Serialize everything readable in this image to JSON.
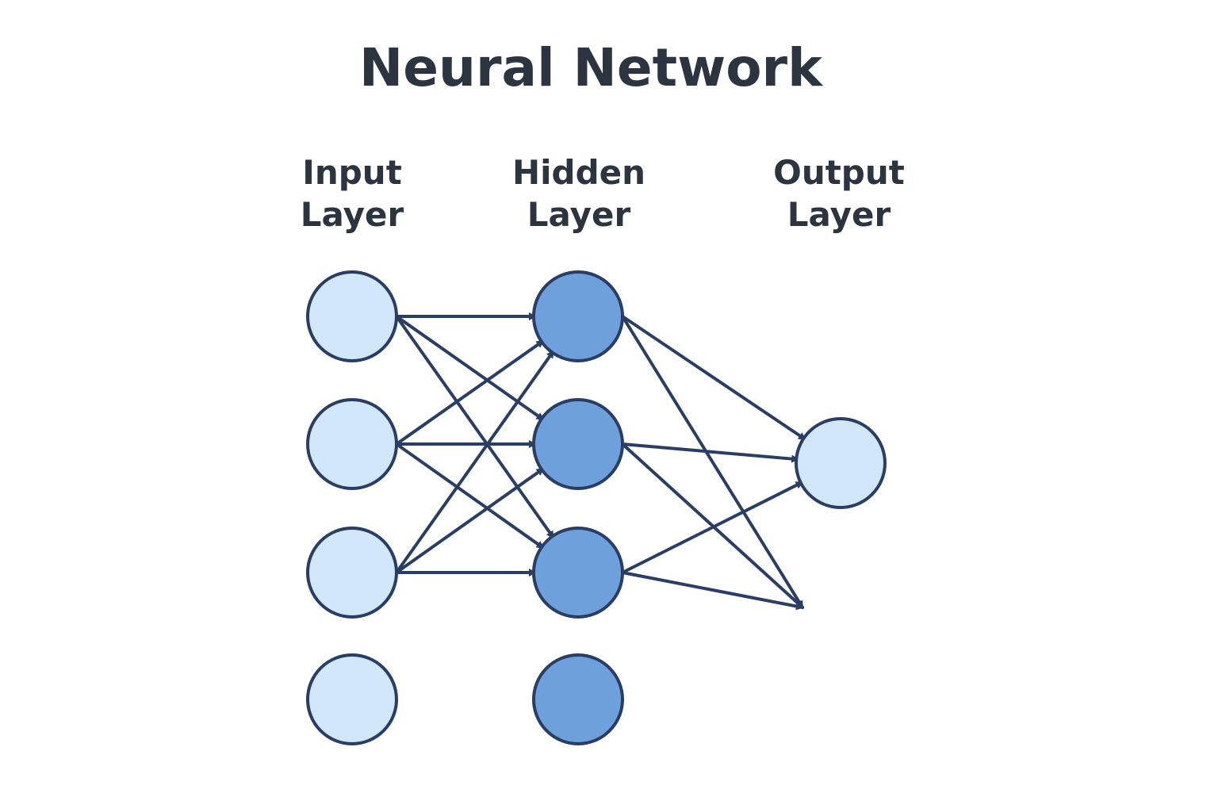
{
  "title": "Neural Network",
  "layers": [
    {
      "id": "input",
      "label_lines": [
        "Input",
        "Layer"
      ],
      "node_count": 4
    },
    {
      "id": "hidden",
      "label_lines": [
        "Hidden",
        "Layer"
      ],
      "node_count": 4
    },
    {
      "id": "output",
      "label_lines": [
        "Output",
        "Layer"
      ],
      "node_count": 1
    }
  ],
  "colors": {
    "text": "#2c3440",
    "stroke": "#2a3e63",
    "input_fill": "#d3e7fb",
    "hidden_fill": "#6ea1dc",
    "output_fill": "#d3e7fb",
    "background": "#ffffff"
  },
  "connections": [
    {
      "from": "input-1",
      "to": "hidden-1"
    },
    {
      "from": "input-1",
      "to": "hidden-2"
    },
    {
      "from": "input-1",
      "to": "hidden-3"
    },
    {
      "from": "input-2",
      "to": "hidden-1"
    },
    {
      "from": "input-2",
      "to": "hidden-2"
    },
    {
      "from": "input-2",
      "to": "hidden-3"
    },
    {
      "from": "input-3",
      "to": "hidden-1"
    },
    {
      "from": "input-3",
      "to": "hidden-2"
    },
    {
      "from": "input-3",
      "to": "hidden-3"
    },
    {
      "from": "hidden-1",
      "to": "output-1"
    },
    {
      "from": "hidden-1",
      "to": "output-target-2"
    },
    {
      "from": "hidden-2",
      "to": "output-1"
    },
    {
      "from": "hidden-2",
      "to": "output-target-2"
    },
    {
      "from": "hidden-3",
      "to": "output-1"
    },
    {
      "from": "hidden-3",
      "to": "output-target-2"
    }
  ]
}
